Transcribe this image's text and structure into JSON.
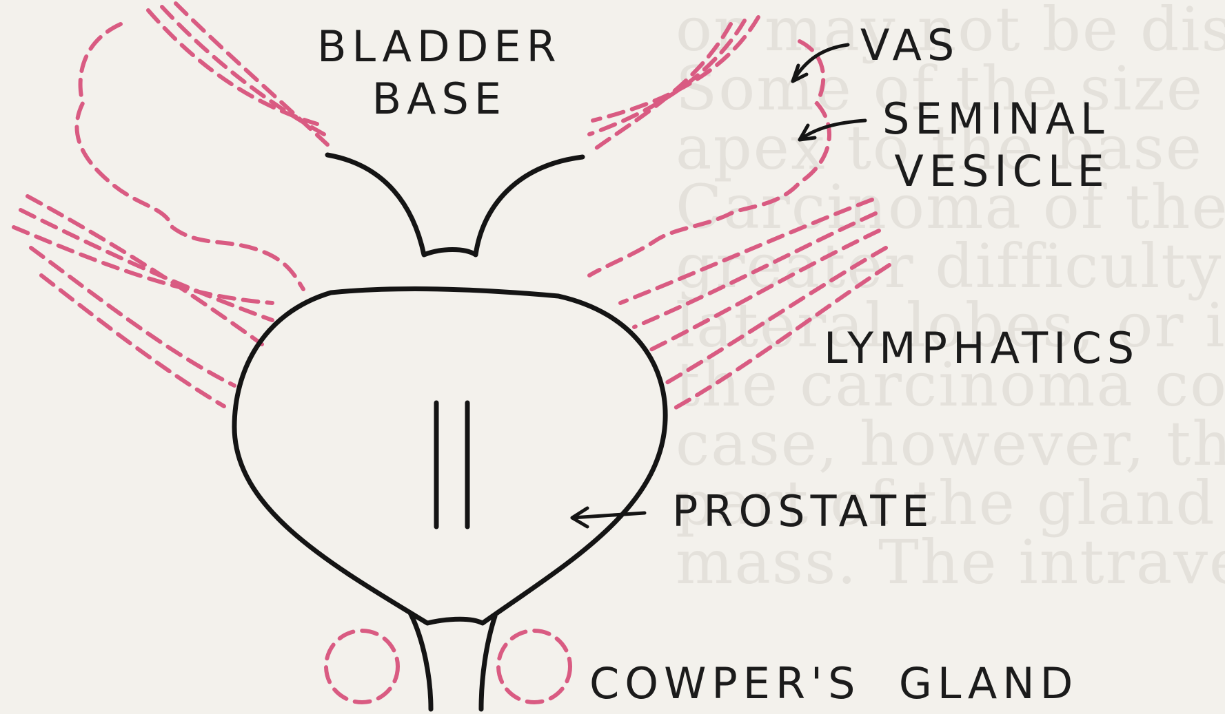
{
  "background_lines": [
    "or may not be distended by pu",
    "Some of the size of the prostate",
    "apex to the base of the gland",
    "Carcinoma of the prostate.",
    "greater difficulty than is",
    "lateral lobes, or in the middle lobe, it",
    "the carcinoma commence",
    "case, however, the carcinoma commence",
    "part of the gland near the surface, an",
    "mass. The intravesical extension bene"
  ],
  "labels": {
    "bladder_base": "BLADDER\nBASE",
    "vas": "VAS",
    "seminal_vesicle": "SEMINAL\nVESICLE",
    "lymphatics": "LYMPHATICS",
    "prostate": "PROSTATE",
    "cowpers_gland": "COWPER'S  GLAND"
  },
  "colors": {
    "ink": "#141414",
    "dashed_structures": "#d95b82",
    "paper": "#f3f1ec"
  }
}
